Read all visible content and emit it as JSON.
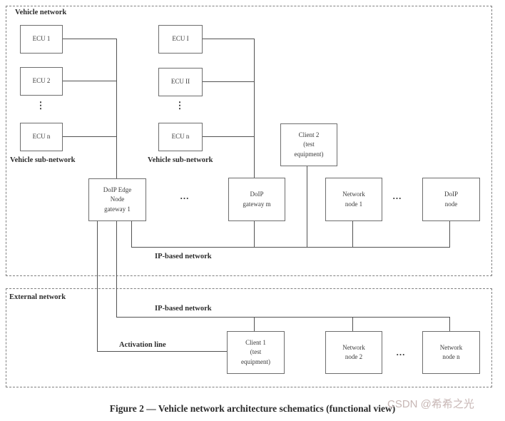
{
  "colors": {
    "line": "#525252",
    "box_border": "#6e6e6e",
    "dashed_border": "#808080",
    "text": "#3a3a3a",
    "watermark": "#c7b6b4"
  },
  "vehicle_network": {
    "label": "Vehicle network",
    "sub_network_1_label": "Vehicle sub-network",
    "sub_network_2_label": "Vehicle sub-network",
    "ip_bus_label": "IP-based network",
    "vertical_dots": "⋮",
    "ellipsis_gateways": "...",
    "ellipsis_nodes": "...",
    "boxes": {
      "ecu_1": "ECU 1",
      "ecu_2": "ECU 2",
      "ecu_n_col1": "ECU n",
      "ecu_i": "ECU I",
      "ecu_ii": "ECU II",
      "ecu_n_col2": "ECU n",
      "doip_edge_gateway_1": "DoIP Edge\nNode\ngateway 1",
      "doip_gateway_m": "DoIP\ngateway m",
      "client_2": "Client 2\n(test\nequipment)",
      "network_node_1": "Network\nnode 1",
      "doip_node": "DoIP\nnode"
    }
  },
  "external_network": {
    "label": "External network",
    "ip_bus_label": "IP-based network",
    "activation_line_label": "Activation line",
    "ellipsis_nodes": "...",
    "boxes": {
      "client_1": "Client 1\n(test\nequipment)",
      "network_node_2": "Network\nnode 2",
      "network_node_n": "Network\nnode n"
    }
  },
  "caption": "Figure 2 — Vehicle network architecture schematics (functional view)",
  "watermark": "CSDN @希希之光"
}
